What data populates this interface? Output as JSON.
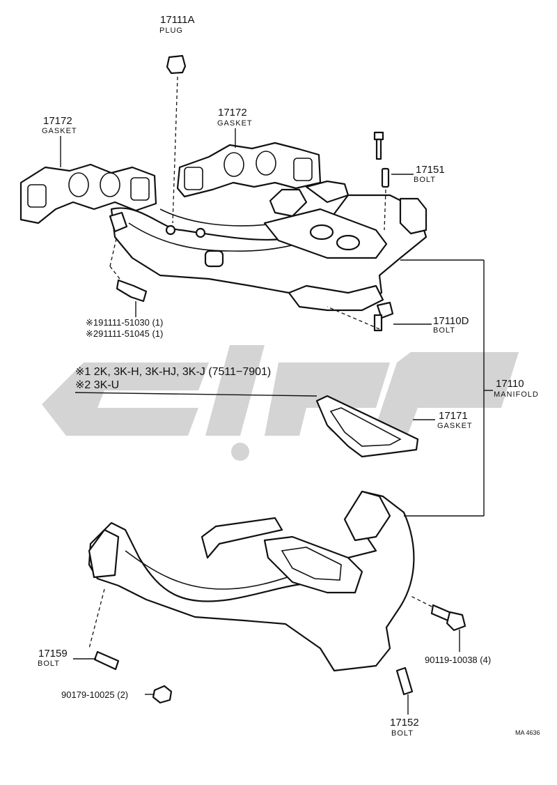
{
  "diagram_code": "MA 4636",
  "parts": {
    "plug": {
      "number": "17111A",
      "name": "PLUG"
    },
    "gasket_left": {
      "number": "17172",
      "name": "GASKET"
    },
    "gasket_center": {
      "number": "17172",
      "name": "GASKET"
    },
    "bolt_17151": {
      "number": "17151",
      "name": "BOLT"
    },
    "bolt_17110d": {
      "number": "17110D",
      "name": "BOLT"
    },
    "manifold": {
      "number": "17110",
      "name": "MANIFOLD"
    },
    "gasket_17171": {
      "number": "17171",
      "name": "GASKET"
    },
    "bolt_17159": {
      "number": "17159",
      "name": "BOLT"
    },
    "bolt_17152": {
      "number": "17152",
      "name": "BOLT"
    },
    "bolt_90119": {
      "number": "90119-10038 (4)"
    },
    "nut_90179": {
      "number": "90179-10025 (2)"
    }
  },
  "bolt_refs": [
    "※191111-51030 (1)",
    "※291111-51045 (1)"
  ],
  "notes": [
    "※1 2K, 3K-H, 3K-HJ, 3K-J (7511−7901)",
    "※2 3K-U"
  ],
  "colors": {
    "watermark": "#d4d4d4",
    "ink": "#111111"
  }
}
